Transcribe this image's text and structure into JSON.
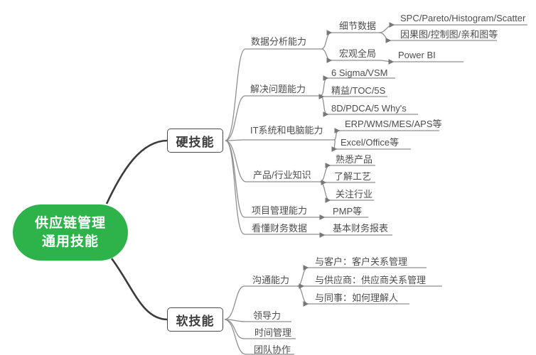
{
  "colors": {
    "root_green": "#2eb34b",
    "root_text": "#ffffff",
    "node_border": "#4a4a4a",
    "topic_text": "#4d4d4d",
    "line_gray": "#8f8f8f",
    "trunk_dark": "#3b3b3b"
  },
  "root": {
    "line1": "供应链管理",
    "line2": "通用技能"
  },
  "hard": {
    "label": "硬技能",
    "children": [
      {
        "label": "数据分析能力",
        "children": [
          {
            "label": "细节数据",
            "children": [
              {
                "label": "SPC/Pareto/Histogram/Scatter"
              },
              {
                "label": "因果图/控制图/亲和图等"
              }
            ]
          },
          {
            "label": "宏观全局",
            "children": [
              {
                "label": "Power BI"
              }
            ]
          }
        ]
      },
      {
        "label": "解决问题能力",
        "children": [
          {
            "label": "6 Sigma/VSM"
          },
          {
            "label": "精益/TOC/5S"
          },
          {
            "label": "8D/PDCA/5 Why's"
          }
        ]
      },
      {
        "label": "IT系统和电脑能力",
        "children": [
          {
            "label": "ERP/WMS/MES/APS等"
          },
          {
            "label": "Excel/Office等"
          }
        ]
      },
      {
        "label": "产品/行业知识",
        "children": [
          {
            "label": "熟悉产品"
          },
          {
            "label": "了解工艺"
          },
          {
            "label": "关注行业"
          }
        ]
      },
      {
        "label": "项目管理能力",
        "children": [
          {
            "label": "PMP等"
          }
        ]
      },
      {
        "label": "看懂财务数据",
        "children": [
          {
            "label": "基本财务报表"
          }
        ]
      }
    ]
  },
  "soft": {
    "label": "软技能",
    "children": [
      {
        "label": "沟通能力",
        "children": [
          {
            "label": "与客户：客户关系管理"
          },
          {
            "label": "与供应商：供应商关系管理"
          },
          {
            "label": "与同事：如何理解人"
          }
        ]
      },
      {
        "label": "领导力"
      },
      {
        "label": "时间管理"
      },
      {
        "label": "团队协作"
      }
    ]
  }
}
